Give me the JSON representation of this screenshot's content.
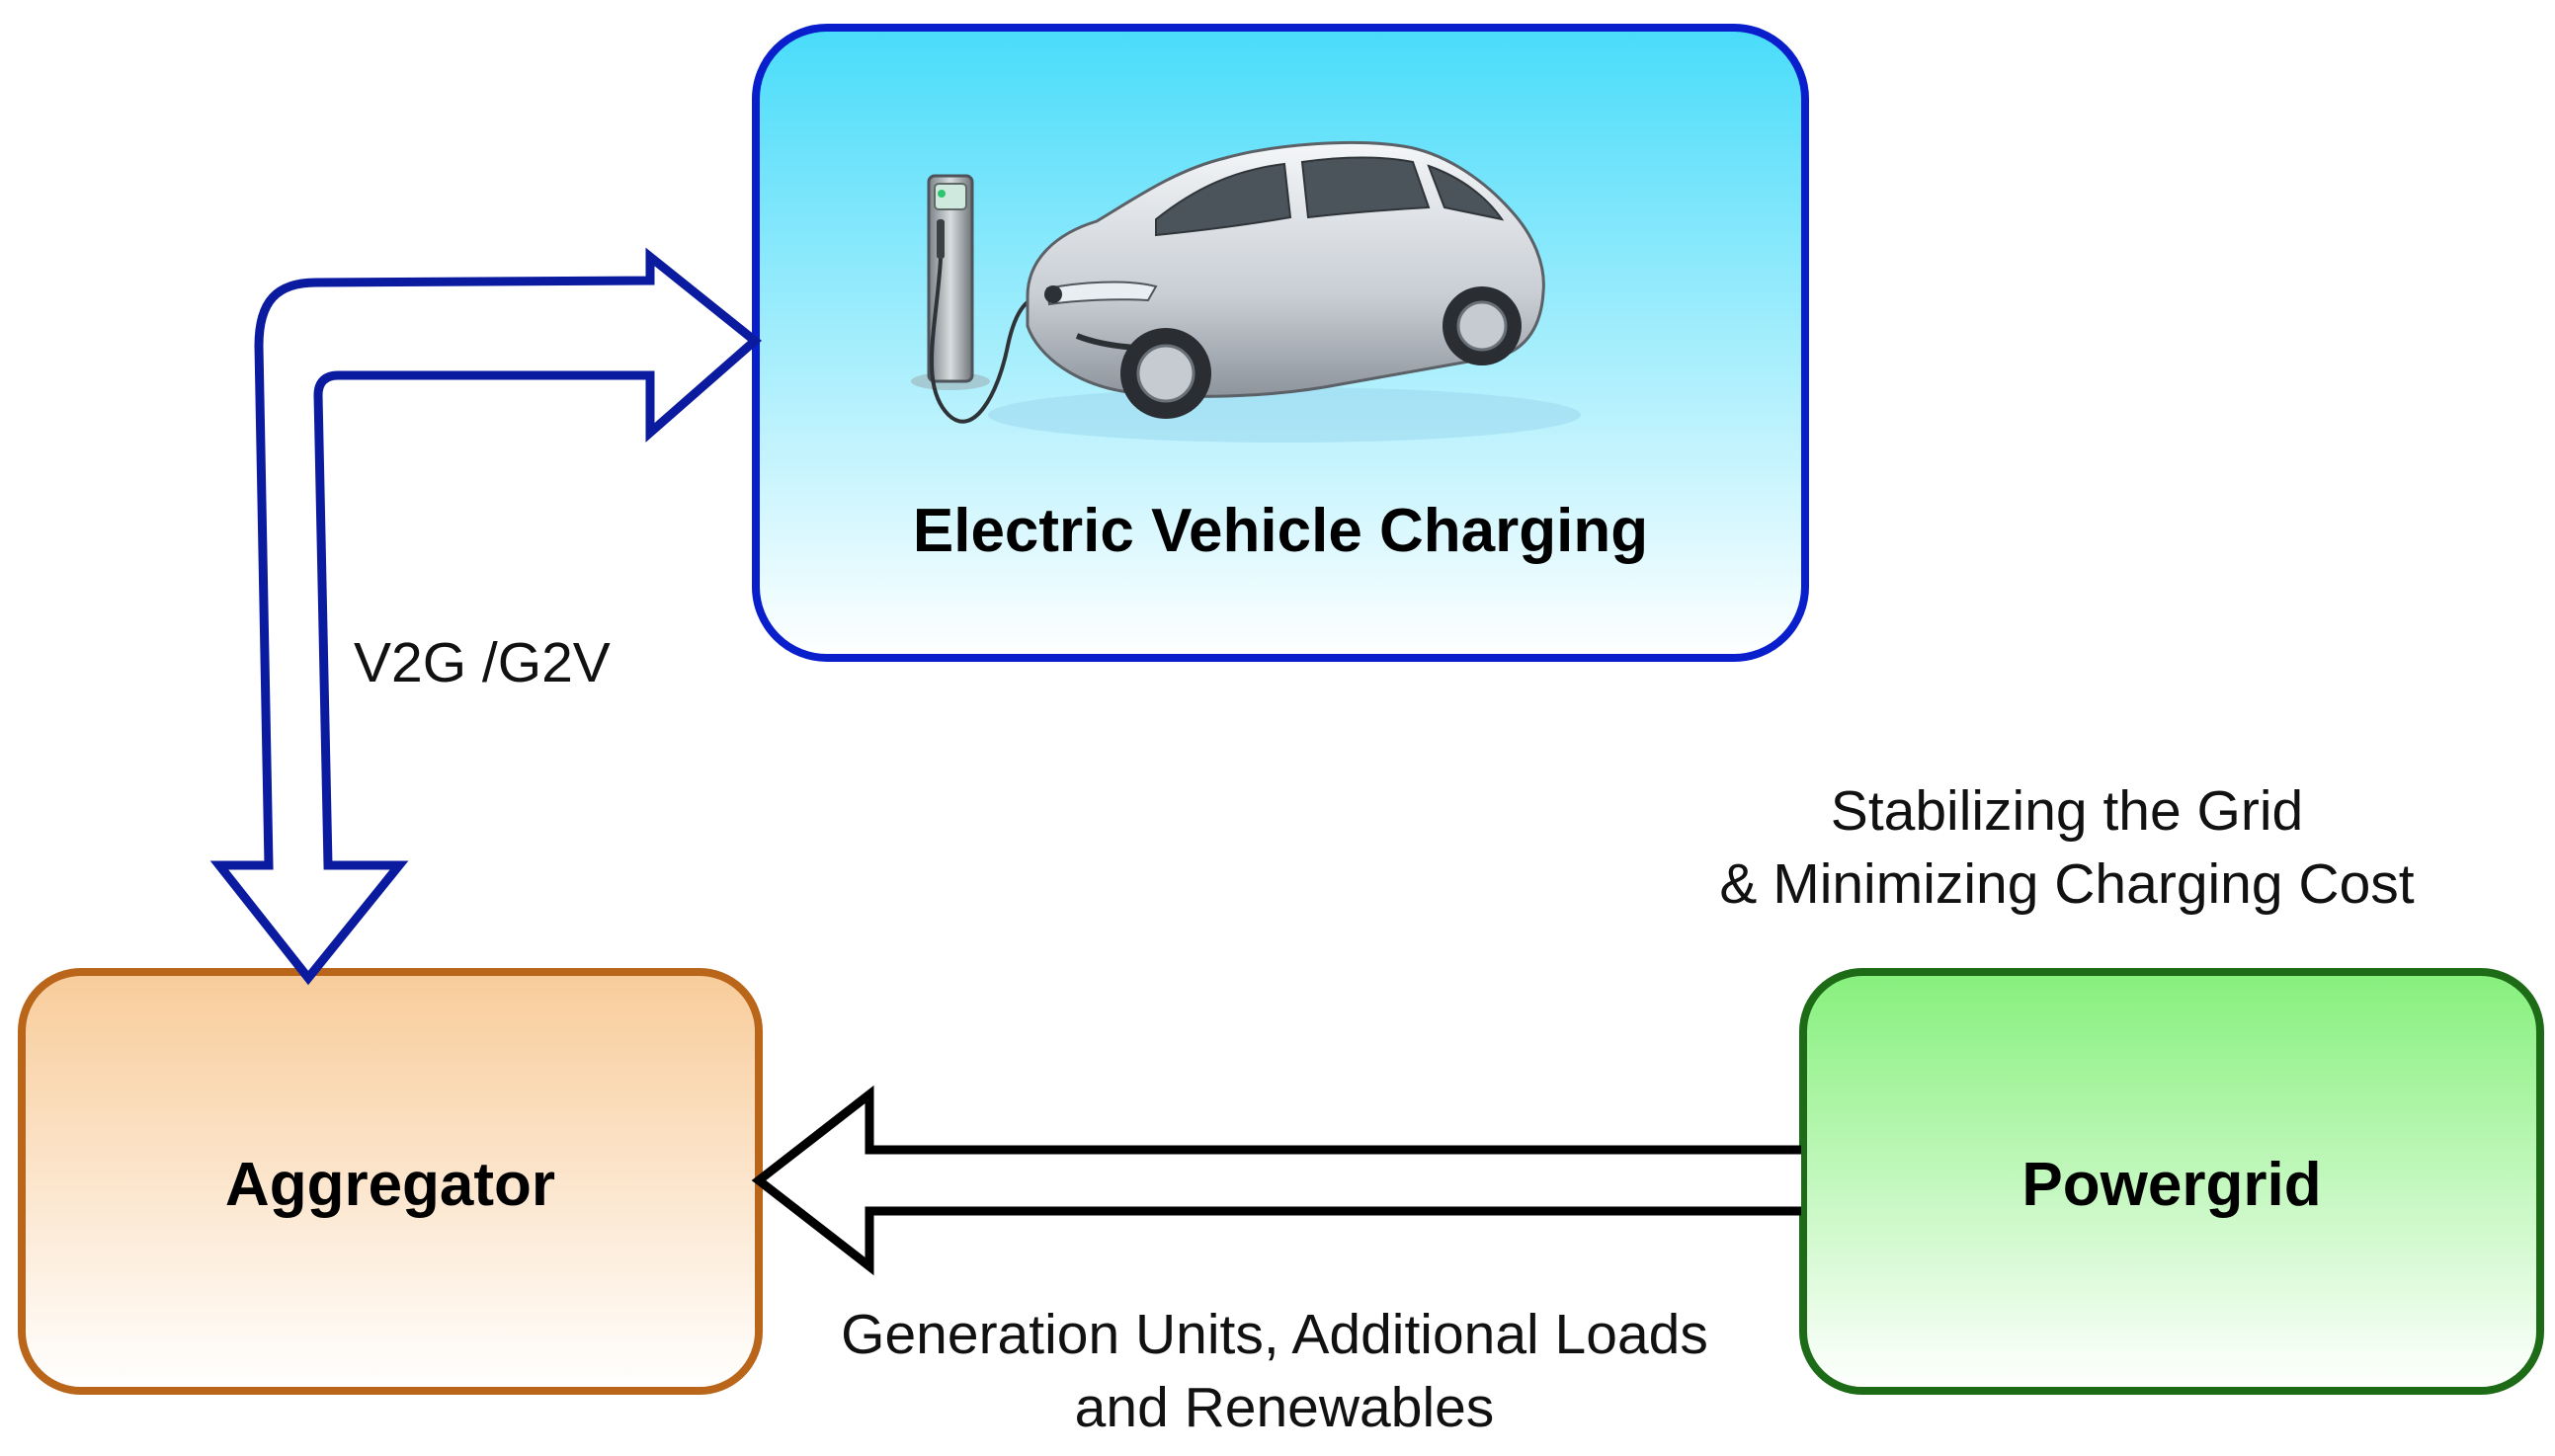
{
  "nodes": {
    "ev_charging": {
      "label": "Electric Vehicle Charging",
      "border_color": "#0a1fcc",
      "fill_top": "#48dcfa",
      "fill_bottom": "#ffffff"
    },
    "aggregator": {
      "label": "Aggregator",
      "border_color": "#b9651a",
      "fill_top": "#f8cc9a",
      "fill_bottom": "#ffffff"
    },
    "powergrid": {
      "label": "Powergrid",
      "border_color": "#1e6b17",
      "fill_top": "#86f07c",
      "fill_bottom": "#ffffff"
    }
  },
  "edges": {
    "v2g_g2v": {
      "label": "V2G /G2V",
      "from": "aggregator",
      "to": "ev_charging",
      "bidirectional": true,
      "color": "#0b1ba0"
    },
    "grid_to_aggregator": {
      "label_line1": "Generation Units, Additional Loads",
      "label_line2": "and Renewables",
      "from": "powergrid",
      "to": "aggregator",
      "color": "#000000"
    }
  },
  "annotations": {
    "objective_line1": "Stabilizing the Grid",
    "objective_line2": "& Minimizing Charging Cost"
  },
  "icons": {
    "car": "electric-car-icon",
    "charger": "charging-station-icon"
  }
}
